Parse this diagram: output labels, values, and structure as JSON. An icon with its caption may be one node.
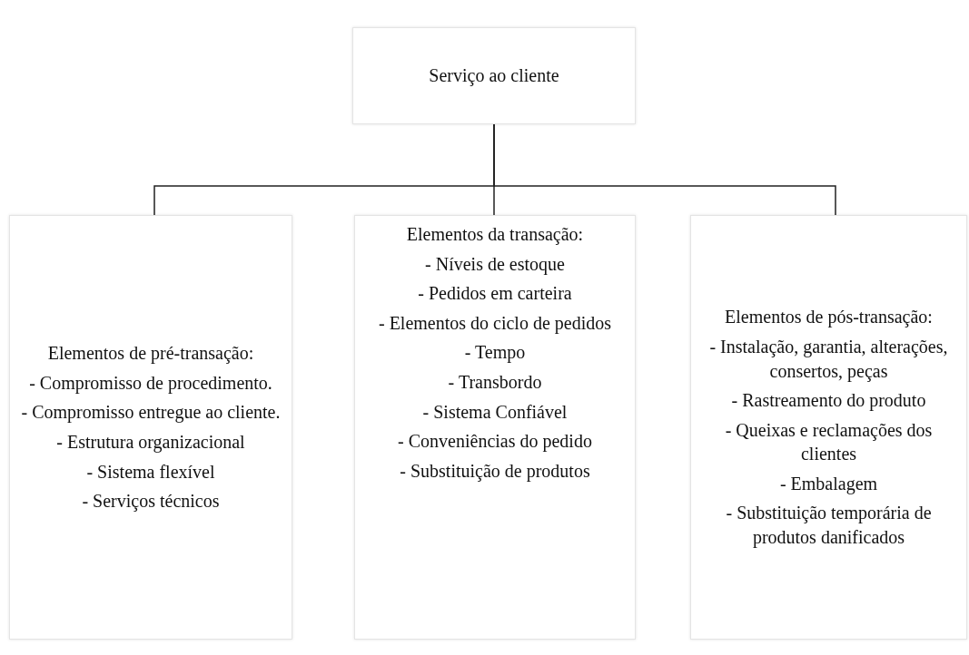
{
  "diagram": {
    "nodes": [
      {
        "text": [
          "Serviço ao cliente"
        ]
      },
      {
        "text": [
          "Elementos de pré-transação:",
          "- Compromisso de procedimento.",
          "- Compromisso entregue ao cliente.",
          "- Estrutura organizacional",
          "- Sistema flexível",
          "- Serviços técnicos"
        ]
      },
      {
        "text": [
          "Elementos da transação:",
          "- Níveis de estoque",
          "- Pedidos em carteira",
          "- Elementos do ciclo de pedidos",
          "- Tempo",
          "- Transbordo",
          "- Sistema Confiável",
          "- Conveniências do pedido",
          "- Substituição de produtos"
        ]
      },
      {
        "text": [
          "Elementos de pós-transação:",
          "- Instalação, garantia, alterações, consertos, peças",
          "- Rastreamento do produto",
          "- Queixas e reclamações dos clientes",
          "- Embalagem",
          "- Substituição temporária de produtos danificados"
        ]
      }
    ],
    "edges": [
      {
        "from": 0,
        "to": 1,
        "arrow": "none"
      },
      {
        "from": 0,
        "to": 2,
        "arrow": "none"
      },
      {
        "from": 0,
        "to": 3,
        "arrow": "none"
      }
    ]
  }
}
